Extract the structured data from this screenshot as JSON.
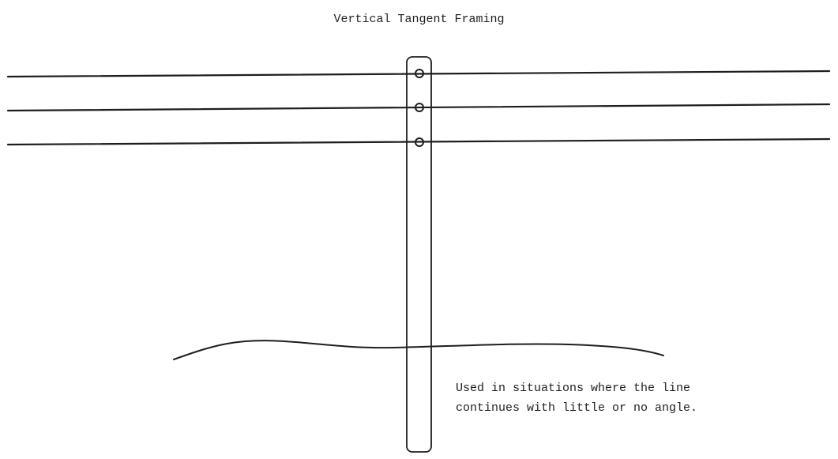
{
  "title": "Vertical Tangent Framing",
  "note": {
    "line1": "Used in situations where the line",
    "line2": "continues with little or no angle."
  },
  "colors": {
    "stroke": "#1e1e1e",
    "background": "#ffffff"
  }
}
